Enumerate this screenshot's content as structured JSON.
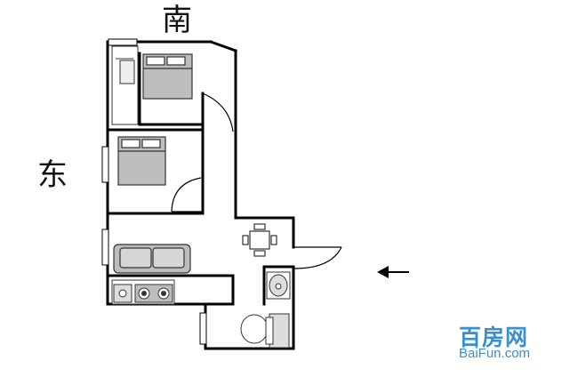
{
  "labels": {
    "south": "南",
    "east": "东"
  },
  "entrance_arrow": {
    "icon": "left-arrow-icon"
  },
  "watermark": {
    "cn": "百房网",
    "en": "BaiFun.com",
    "color": "#3a8fd0"
  },
  "colors": {
    "wall": "#000000",
    "fixture": "#333333",
    "bed_fill": "#bdbdbd",
    "pillow_fill": "#ffffff"
  },
  "rooms": [
    {
      "name": "master-bedroom",
      "furniture": [
        "double-bed",
        "wardrobe"
      ]
    },
    {
      "name": "second-bedroom",
      "furniture": [
        "double-bed"
      ]
    },
    {
      "name": "living-room",
      "furniture": [
        "sofa",
        "dining-table"
      ]
    },
    {
      "name": "kitchen",
      "furniture": [
        "sink",
        "gas-stove"
      ]
    },
    {
      "name": "bathroom",
      "furniture": [
        "wash-basin",
        "toilet"
      ]
    }
  ]
}
